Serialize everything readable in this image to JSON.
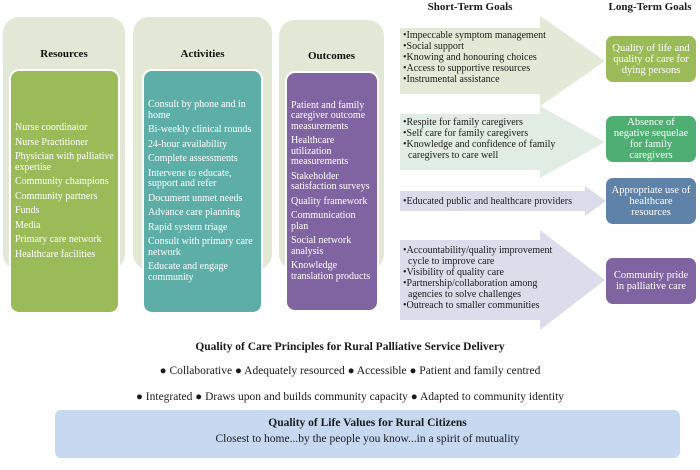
{
  "headers": {
    "short_term": "Short-Term Goals",
    "long_term": "Long-Term Goals"
  },
  "columns": {
    "resources": {
      "title": "Resources",
      "items": [
        "Nurse coordinator",
        "Nurse Practitioner",
        "Physician with palliative expertise",
        "Community champions",
        "Community partners",
        "Funds",
        "Media",
        "Primary care network",
        "Healthcare facilities"
      ]
    },
    "activities": {
      "title": "Activities",
      "items": [
        "Consult by phone and in home",
        "Bi-weekly clinical rounds",
        "24-hour availability",
        "Complete assessments",
        "Intervene to educate, support and refer",
        "Document unmet needs",
        "Advance care planning",
        "Rapid system triage",
        "Consult with primary care network",
        "Educate and engage community"
      ]
    },
    "outcomes": {
      "title": "Outcomes",
      "items": [
        "Patient and family caregiver outcome measurements",
        "Healthcare utilization measurements",
        "Stakeholder satisfaction surveys",
        "Quality framework",
        "Communication plan",
        "Social network analysis",
        "Knowledge translation products"
      ]
    }
  },
  "short_term_goals": [
    [
      "Impeccable symptom management",
      "Social support",
      "Knowing and honouring choices",
      "Access to supportive resources",
      "Instrumental assistance"
    ],
    [
      "Respite for family caregivers",
      "Self care for family caregivers",
      "Knowledge and confidence of family caregivers to care well"
    ],
    [
      "Educated public and healthcare providers"
    ],
    [
      "Accountability/quality improvement cycle to improve care",
      "Visibility of quality care",
      "Partnership/collaboration among agencies to solve challenges",
      "Outreach to smaller communities"
    ]
  ],
  "long_term_goals": [
    "Quality of life and quality of care for dying persons",
    "Absence of negative sequelae for family caregivers",
    "Appropriate use of healthcare resources",
    "Community pride in palliative care"
  ],
  "principles": {
    "title": "Quality of Care Principles for Rural Palliative Service Delivery",
    "line1": "● Collaborative ● Adequately resourced ● Accessible ● Patient and family centred",
    "line2": "● Integrated ● Draws upon and builds community capacity ● Adapted to community identity"
  },
  "values": {
    "title": "Quality of Life Values for Rural Citizens",
    "text": "Closest to home...by the people you know...in a spirit of mutuality"
  },
  "colors": {
    "green": "#9bbb59",
    "teal": "#5eaea8",
    "purple": "#8064a2",
    "mid_green": "#4fae72",
    "blue": "#5f82a8",
    "values_bg": "#c6d9f1"
  }
}
